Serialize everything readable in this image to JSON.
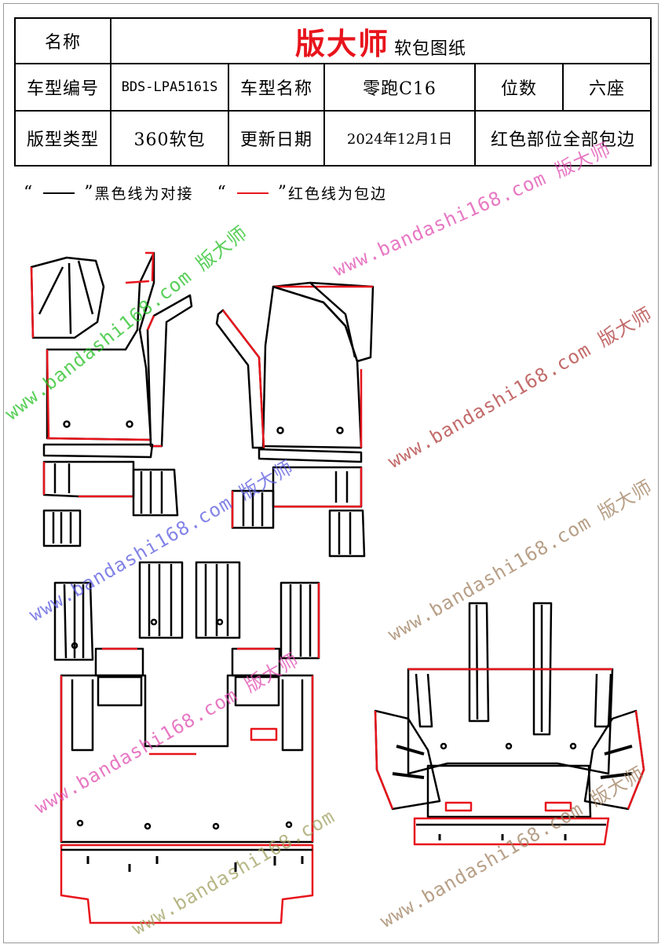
{
  "header": {
    "name_label": "名称",
    "brand": "版大师",
    "doc_type": "软包图纸",
    "model_code_label": "车型编号",
    "model_code": "BDS-LPA5161S",
    "model_name_label": "车型名称",
    "model_name": "零跑C16",
    "seats_label": "位数",
    "seats": "六座",
    "pattern_type_label": "版型类型",
    "pattern_type": "360软包",
    "update_label": "更新日期",
    "update_date": "2024年12月1日",
    "note": "红色部位全部包边"
  },
  "legend": {
    "open_quote": "“",
    "close_quote": "”",
    "black_text": "黑色线为对接",
    "red_text": "红色线为包边",
    "black_color": "#000000",
    "red_color": "#e8141c"
  },
  "watermark": {
    "text": "www.bandashi168.com",
    "brand": "版大师"
  },
  "colors": {
    "red_edge": "#e8141c",
    "black_seam": "#000000",
    "wm_green": "#22c022",
    "wm_pink": "#e04cb0",
    "wm_red": "#b03a3a",
    "wm_tan": "#a08060",
    "wm_blue": "#5a5ae0",
    "wm_olive": "#a0a060"
  }
}
